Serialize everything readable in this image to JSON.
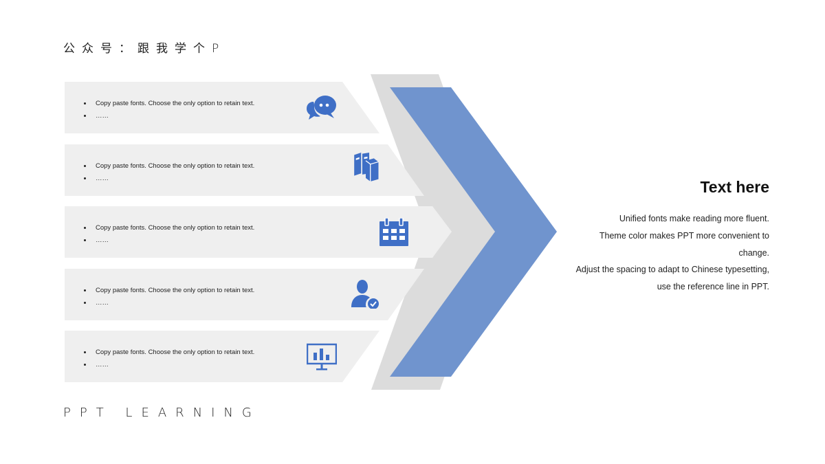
{
  "header": {
    "title": "公众号：跟我学个P"
  },
  "footer": {
    "text": "PPT LEARNING"
  },
  "colors": {
    "accent": "#7094ce",
    "icon": "#3f6fc6",
    "row_bg": "#efefef",
    "shadow": "#dcdcdc"
  },
  "rows": [
    {
      "icon": "chat-bubbles-icon",
      "bullets": [
        "Copy paste fonts. Choose the only option to retain text.",
        "……"
      ]
    },
    {
      "icon": "books-icon",
      "bullets": [
        "Copy paste fonts. Choose the only option to retain text.",
        "……"
      ]
    },
    {
      "icon": "calendar-icon",
      "bullets": [
        "Copy paste fonts. Choose the only option to retain text.",
        "……"
      ]
    },
    {
      "icon": "user-check-icon",
      "bullets": [
        "Copy paste fonts. Choose the only option to retain text.",
        "……"
      ]
    },
    {
      "icon": "monitor-chart-icon",
      "bullets": [
        "Copy paste fonts. Choose the only option to retain text.",
        "……"
      ]
    }
  ],
  "side": {
    "title": "Text here",
    "lines": [
      "Unified fonts make reading more fluent.",
      "Theme color makes PPT more convenient to",
      "change.",
      "Adjust the spacing to adapt to Chinese typesetting,",
      "use the reference line in PPT."
    ]
  }
}
